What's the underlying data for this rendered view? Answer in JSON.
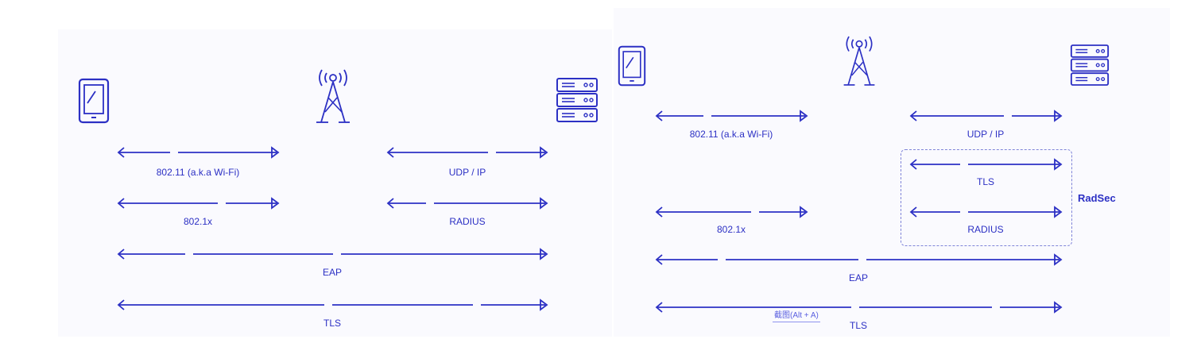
{
  "colors": {
    "stroke": "#2c30c4",
    "panel": "#fafafe",
    "box": "#7f84d8"
  },
  "icons": {
    "device": "smartphone-icon",
    "access_point": "antenna-tower-icon",
    "server": "server-rack-icon"
  },
  "left": {
    "labels": {
      "wifi": "802.11 (a.k.a Wi-Fi)",
      "udp": "UDP / IP",
      "dot1x": "802.1x",
      "radius": "RADIUS",
      "eap": "EAP",
      "tls": "TLS"
    }
  },
  "right": {
    "labels": {
      "wifi": "802.11 (a.k.a Wi-Fi)",
      "udp": "UDP / IP",
      "tls_inner": "TLS",
      "radius": "RADIUS",
      "dot1x": "802.1x",
      "eap": "EAP",
      "tls": "TLS"
    },
    "radsec_label": "RadSec",
    "screenshot_hint": "截图(Alt + A)"
  }
}
